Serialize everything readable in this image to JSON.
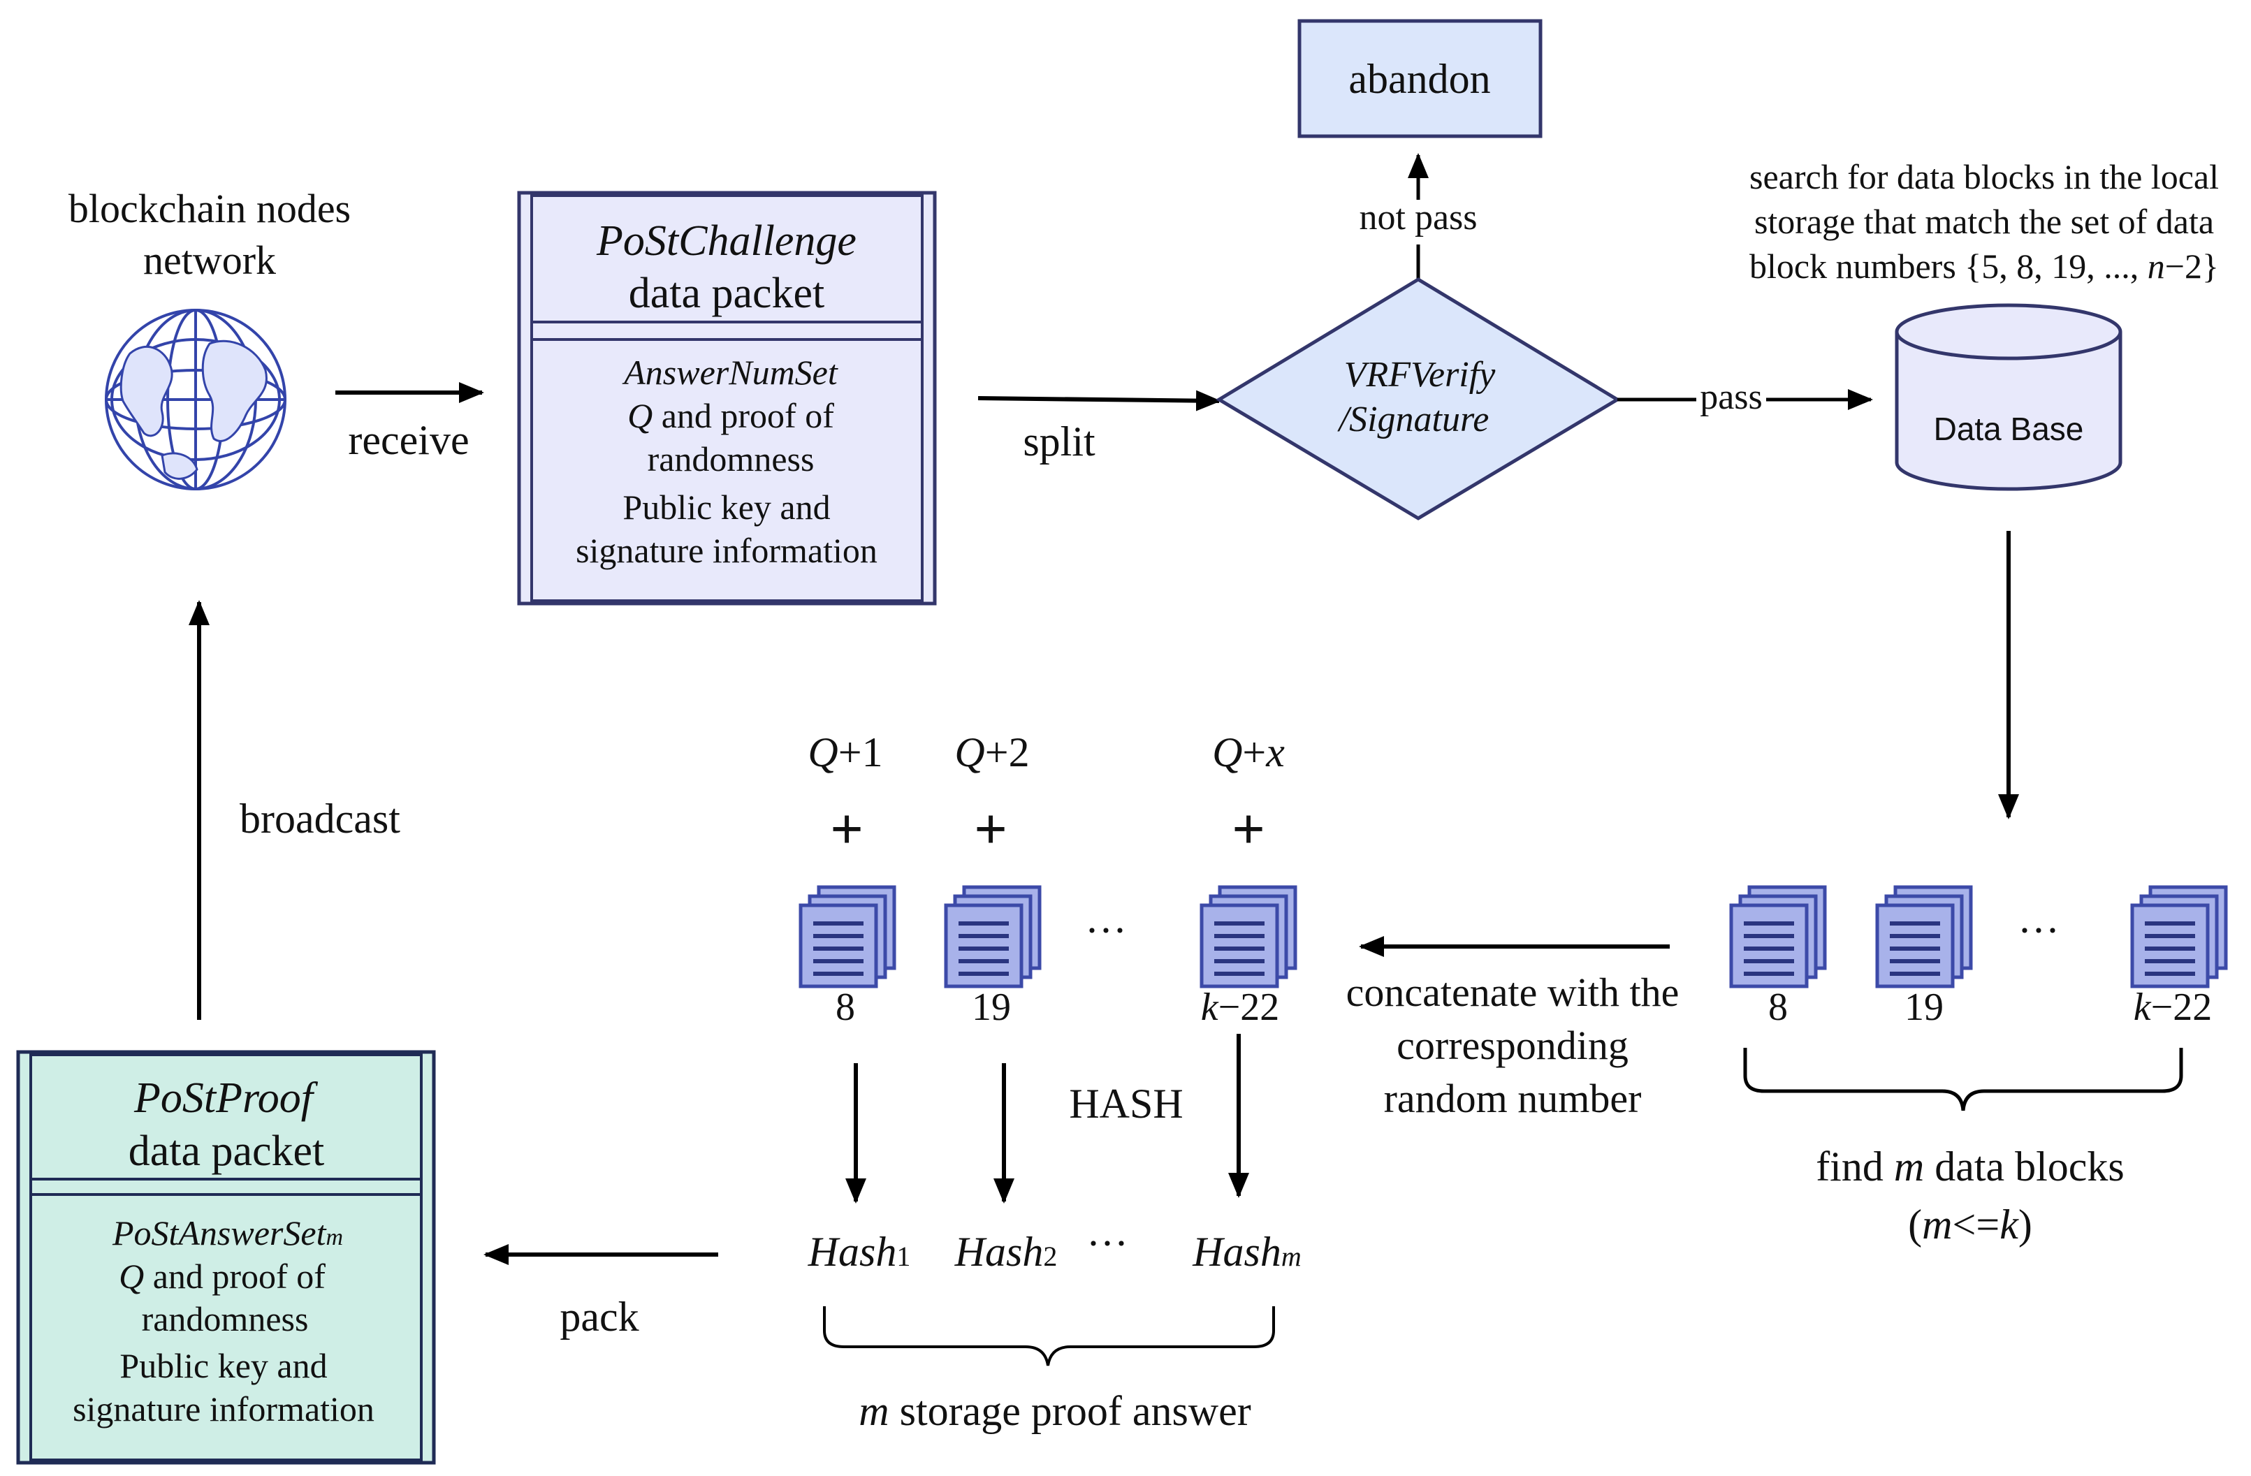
{
  "colors": {
    "box_fill": "#e8e9fb",
    "box_stroke": "#33366b",
    "diamond_fill": "#dbe6fb",
    "proof_fill": "#cfeee6",
    "icon_fill": "#a8b2ea",
    "icon_stroke": "#3c4aa8",
    "globe_stroke": "#3344aa",
    "arrow": "#000000"
  },
  "network": {
    "label_line1": "blockchain nodes",
    "label_line2": "network",
    "icon": "globe-icon"
  },
  "edges": {
    "receive": "receive",
    "split": "split",
    "not_pass": "not pass",
    "pass": "pass",
    "broadcast": "broadcast",
    "pack": "pack",
    "hash": "HASH"
  },
  "challenge_packet": {
    "title": "PoStChallenge",
    "subtitle": "data packet",
    "field1": "AnswerNumSet",
    "field2_var": "Q",
    "field2_rest": " and proof of",
    "field2_line2": "randomness",
    "field3_line1": "Public key and",
    "field3_line2": "signature information"
  },
  "abandon": {
    "label": "abandon"
  },
  "verify": {
    "line1": "VRFVerify",
    "line2": "/Signature"
  },
  "database": {
    "label": "Data Base",
    "note_line1": "search for data blocks in the local",
    "note_line2": "storage that match the set of data",
    "note_line3_pre": "block numbers {5, 8, 19, ..., ",
    "note_line3_var": "n",
    "note_line3_post": "−2}"
  },
  "found_blocks": {
    "items": [
      {
        "label": "8"
      },
      {
        "label": "19"
      },
      {
        "label_var": "k",
        "label_rest": "−22"
      }
    ],
    "ellipsis": "···",
    "caption_pre": "find ",
    "caption_var": "m",
    "caption_post": " data blocks",
    "constraint_pre": "(",
    "constraint_var1": "m",
    "constraint_mid": "<=",
    "constraint_var2": "k",
    "constraint_post": ")"
  },
  "concat": {
    "line1": "concatenate with the",
    "line2": "corresponding",
    "line3": "random number"
  },
  "random_blocks": {
    "items": [
      {
        "q_var": "Q",
        "q_rest": "+1",
        "plus": "+",
        "label": "8"
      },
      {
        "q_var": "Q",
        "q_rest": "+2",
        "plus": "+",
        "label": "19"
      },
      {
        "q_var": "Q",
        "q_rest": "+",
        "q_var2": "x",
        "plus": "+",
        "label_var": "k",
        "label_rest": "−22"
      }
    ],
    "ellipsis": "···"
  },
  "hashes": {
    "items": [
      {
        "name": "Hash",
        "sub": "1"
      },
      {
        "name": "Hash",
        "sub": "2"
      },
      {
        "name": "Hash",
        "sub": "m"
      }
    ],
    "ellipsis": "···",
    "caption_var": "m",
    "caption_rest": " storage proof answer"
  },
  "proof_packet": {
    "title": "PoStProof",
    "subtitle": "data packet",
    "field1": "PoStAnswerSet",
    "field1_sub": "m",
    "field2_var": "Q",
    "field2_rest": " and proof of",
    "field2_line2": "randomness",
    "field3_line1": "Public key and",
    "field3_line2": "signature information"
  }
}
